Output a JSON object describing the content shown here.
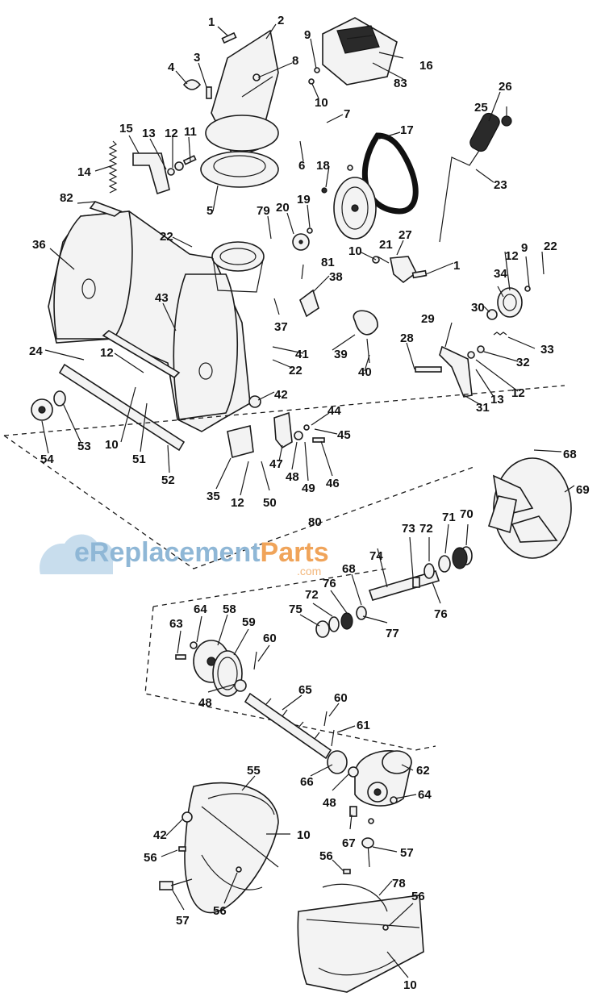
{
  "watermark": {
    "main": "eReplacementParts",
    "main_plain": "eReplacement",
    "main_accent": "Parts",
    "sub": ".com"
  },
  "callouts": {
    "1": "1",
    "2": "2",
    "3": "3",
    "4": "4",
    "5": "5",
    "6": "6",
    "7": "7",
    "8": "8",
    "9": "9",
    "10": "10",
    "11": "11",
    "12": "12",
    "13": "13",
    "14": "14",
    "15": "15",
    "16": "16",
    "17": "17",
    "18": "18",
    "19": "19",
    "20": "20",
    "21": "21",
    "22": "22",
    "23": "23",
    "24": "24",
    "25": "25",
    "26": "26",
    "27": "27",
    "28": "28",
    "29": "29",
    "30": "30",
    "31": "31",
    "32": "32",
    "33": "33",
    "34": "34",
    "35": "35",
    "36": "36",
    "37": "37",
    "38": "38",
    "39": "39",
    "40": "40",
    "41": "41",
    "42": "42",
    "43": "43",
    "44": "44",
    "45": "45",
    "46": "46",
    "47": "47",
    "48": "48",
    "49": "49",
    "50": "50",
    "51": "51",
    "52": "52",
    "53": "53",
    "54": "54",
    "55": "55",
    "56": "56",
    "57": "57",
    "58": "58",
    "59": "59",
    "60": "60",
    "61": "61",
    "62": "62",
    "63": "63",
    "64": "64",
    "65": "65",
    "66": "66",
    "67": "67",
    "68": "68",
    "69": "69",
    "70": "70",
    "71": "71",
    "72": "72",
    "73": "73",
    "74": "74",
    "75": "75",
    "76": "76",
    "77": "77",
    "78": "78",
    "79": "79",
    "80": "80",
    "81": "81",
    "82": "82",
    "83": "83"
  }
}
